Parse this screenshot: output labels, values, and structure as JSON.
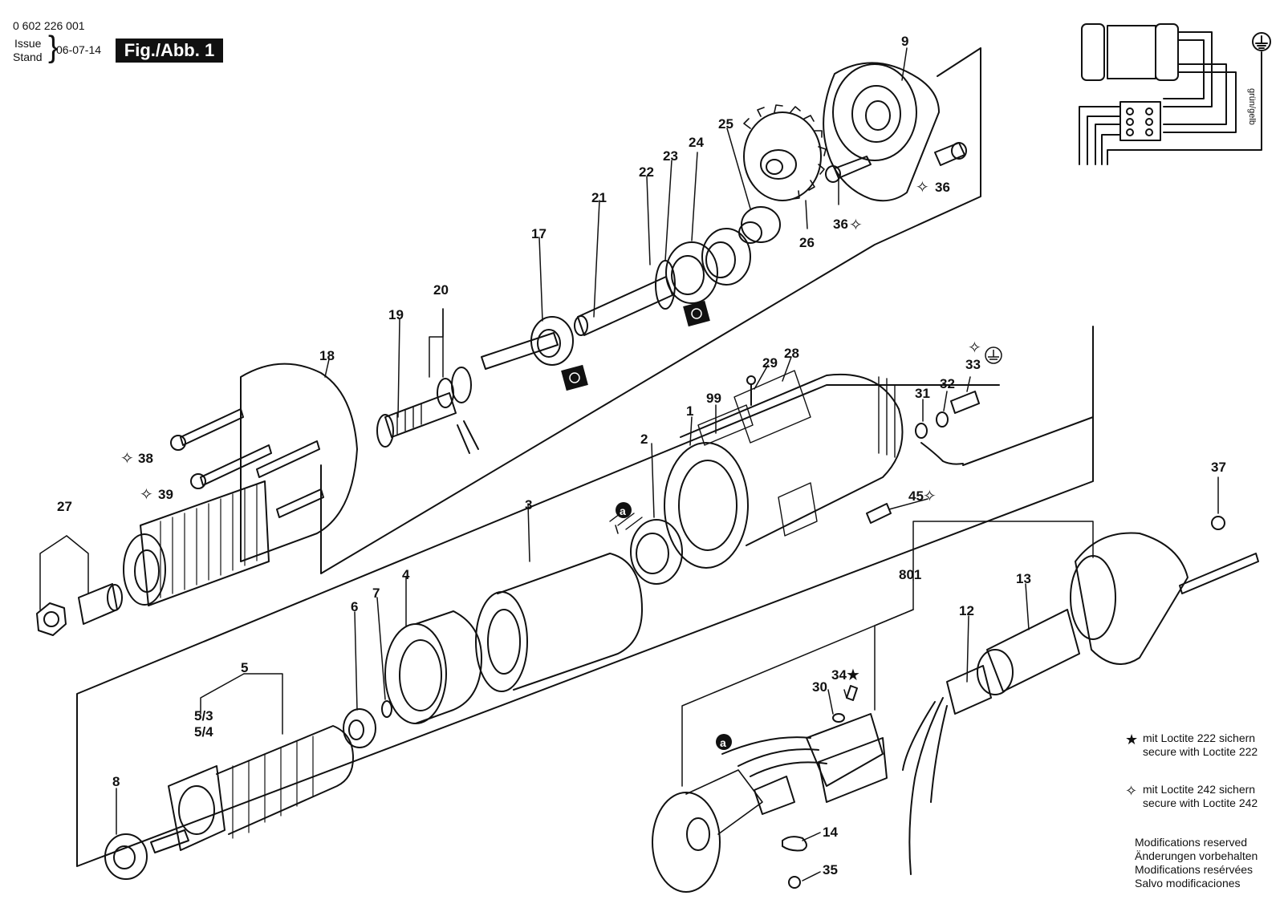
{
  "header": {
    "part_number": "0 602 226 001",
    "issue_label": "Issue",
    "stand_label": "Stand",
    "date": "06-07-14",
    "figure": "Fig./Abb. 1"
  },
  "wiring": {
    "earth_label": "grün/gelb"
  },
  "legend": {
    "loctite222": {
      "symbol": "★",
      "line1": "mit Loctite 222 sichern",
      "line2": "secure with Loctite 222"
    },
    "loctite242": {
      "symbol": "✧",
      "line1": "mit Loctite 242 sichern",
      "line2": "secure with Loctite 242"
    },
    "modifications": [
      "Modifications reserved",
      "Änderungen vorbehalten",
      "Modifications resérvées",
      "Salvo modificaciones"
    ]
  },
  "callouts": {
    "p9": "9",
    "p25": "25",
    "p24": "24",
    "p23": "23",
    "p22": "22",
    "p21": "21",
    "p17": "17",
    "p20": "20",
    "p19": "19",
    "p18": "18",
    "p26": "26",
    "p36a": "36",
    "p36b": "36",
    "p29": "29",
    "p28": "28",
    "p99": "99",
    "p33": "33",
    "p31": "31",
    "p32": "32",
    "p1": "1",
    "p2": "2",
    "p3": "3",
    "pa1": "a",
    "pa2": "a",
    "p45": "45",
    "p38": "38",
    "p39": "39",
    "p27": "27",
    "p37": "37",
    "p801": "801",
    "p13": "13",
    "p12": "12",
    "p4": "4",
    "p7": "7",
    "p6": "6",
    "p5": "5",
    "p53": "5/3",
    "p54": "5/4",
    "p8": "8",
    "p30": "30",
    "p34": "34",
    "p14": "14",
    "p35": "35"
  }
}
